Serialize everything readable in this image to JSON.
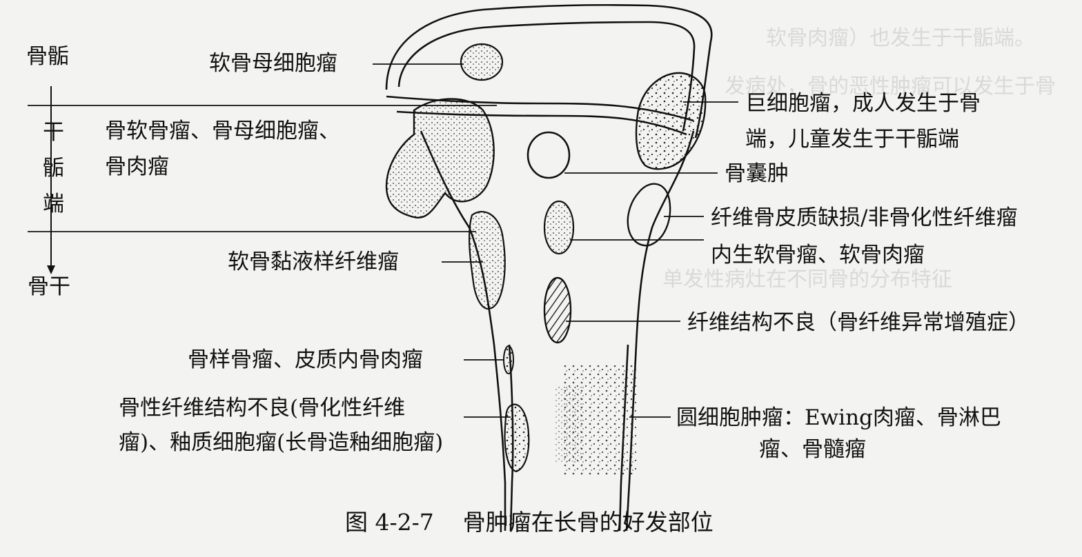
{
  "regions": {
    "epiphysis": "骨骺",
    "metaphysis_1": "干",
    "metaphysis_2": "骺",
    "metaphysis_3": "端",
    "diaphysis": "骨干"
  },
  "labels": {
    "chondroblastoma": "软骨母细胞瘤",
    "osteochondroma_line1": "骨软骨瘤、骨母细胞瘤、",
    "osteochondroma_line2": "骨肉瘤",
    "chondromyxoid_fibroma": "软骨黏液样纤维瘤",
    "osteoid_osteoma": "骨样骨瘤、皮质内骨肉瘤",
    "osteofibrous_line1": "骨性纤维结构不良(骨化性纤维",
    "osteofibrous_line2": "瘤)、釉质细胞瘤(长骨造釉细胞瘤)",
    "giant_cell_line1": "巨细胞瘤，成人发生于骨",
    "giant_cell_line2": "端，儿童发生于干骺端",
    "bone_cyst": "骨囊肿",
    "fibrous_cortical_defect": "纤维骨皮质缺损/非骨化性纤维瘤",
    "enchondroma": "内生软骨瘤、软骨肉瘤",
    "fibrous_dysplasia": "纤维结构不良（骨纤维异常增殖症）",
    "round_cell_line1": "圆细胞肿瘤：Ewing肉瘤、骨淋巴",
    "round_cell_line2": "瘤、骨髓瘤"
  },
  "caption": "图 4-2-7    骨肿瘤在长骨的好发部位"
}
